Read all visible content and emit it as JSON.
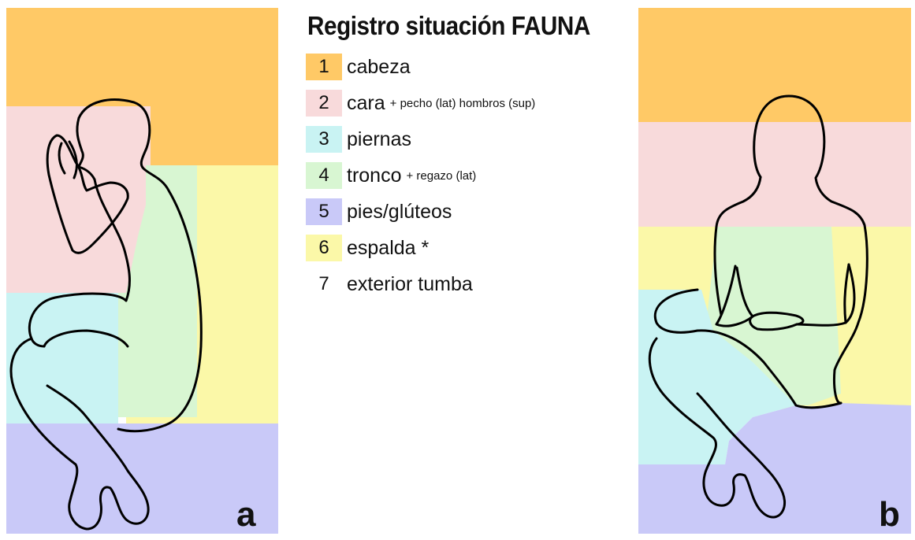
{
  "title": "Registro situación FAUNA",
  "legend": [
    {
      "num": "1",
      "label": "cabeza",
      "sub": "",
      "color": "#FFC966"
    },
    {
      "num": "2",
      "label": "cara",
      "sub": "+ pecho (lat) hombros (sup)",
      "color": "#F8DADB"
    },
    {
      "num": "3",
      "label": "piernas",
      "sub": "",
      "color": "#C9F3F3"
    },
    {
      "num": "4",
      "label": "tronco",
      "sub": "+ regazo (lat)",
      "color": "#D8F6D2"
    },
    {
      "num": "5",
      "label": "pies/glúteos",
      "sub": "",
      "color": "#C9C9F8"
    },
    {
      "num": "6",
      "label": "espalda *",
      "sub": "",
      "color": "#FBF8A8"
    },
    {
      "num": "7",
      "label": "exterior tumba",
      "sub": "",
      "color": "#FFFFFF"
    }
  ],
  "panels": {
    "a": {
      "letter": "a"
    },
    "b": {
      "letter": "b"
    }
  },
  "colors": {
    "cabeza": "#FFC966",
    "cara": "#F8DADB",
    "piernas": "#C9F3F3",
    "tronco": "#D8F6D2",
    "pies": "#C9C9F8",
    "espalda": "#FBF8A8",
    "outline": "#000000"
  }
}
